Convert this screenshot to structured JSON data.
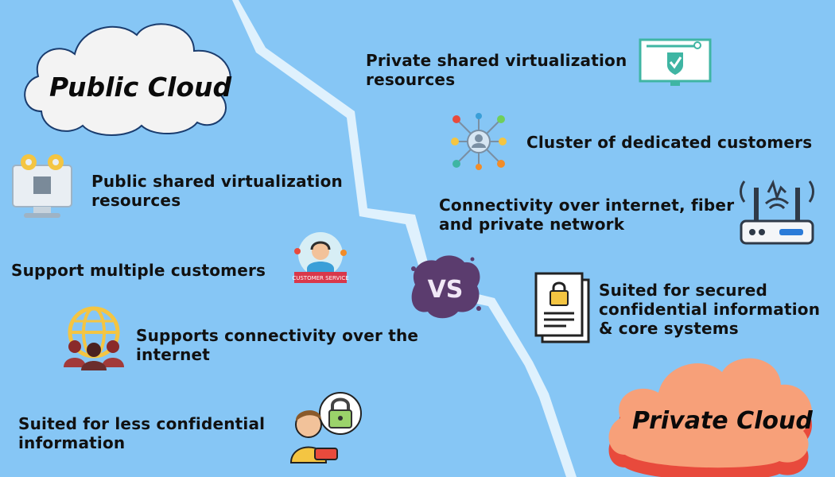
{
  "public": {
    "title": "Public Cloud",
    "items": [
      {
        "line1": "Public shared virtualization",
        "line2": "resources"
      },
      {
        "line1": "Support multiple customers"
      },
      {
        "line1": "Supports connectivity over the",
        "line2": "internet"
      },
      {
        "line1": "Suited for less confidential",
        "line2": "information"
      }
    ]
  },
  "private": {
    "title": "Private Cloud",
    "items": [
      {
        "line1": "Private shared virtualization",
        "line2": "resources"
      },
      {
        "line1": "Cluster of dedicated customers"
      },
      {
        "line1": "Connectivity over internet, fiber",
        "line2": "and private network"
      },
      {
        "line1": "Suited for secured",
        "line2": "confidential information",
        "line3": "& core systems"
      }
    ]
  },
  "vs_label": "VS",
  "badge_text": "CUSTOMER SERVICE",
  "colors": {
    "background": "#86c6f5",
    "public_cloud": "#f3f3f3",
    "private_cloud_top": "#f7a079",
    "private_cloud_bottom": "#e84a3c",
    "vs_blob": "#5b3c6e",
    "divider": "#dff1fd"
  }
}
